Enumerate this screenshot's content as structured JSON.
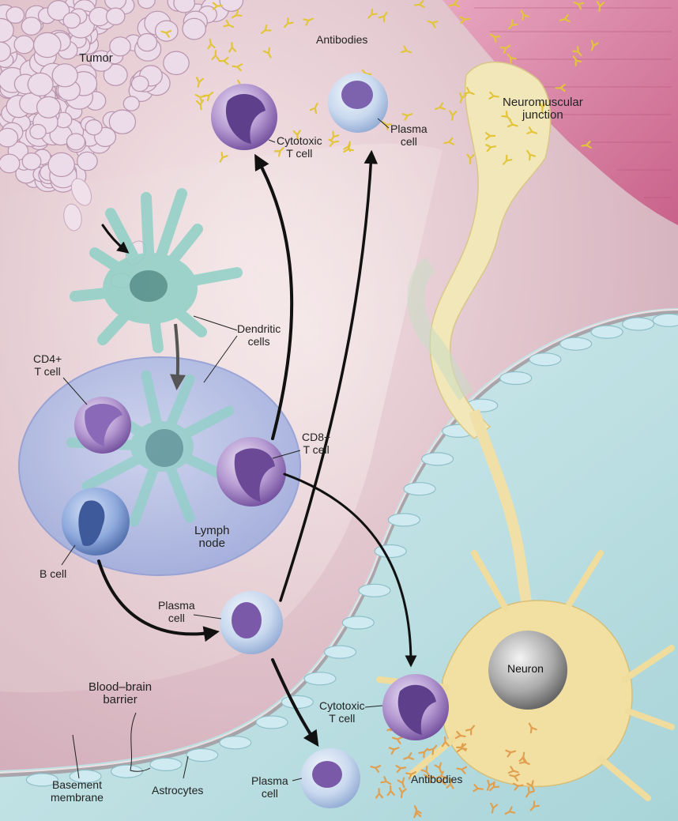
{
  "labels": {
    "tumor": "Tumor",
    "antibodies_top": "Antibodies",
    "neuromuscular_junction": "Neuromuscular\njunction",
    "cytotoxic_t_cell_top": "Cytotoxic\nT cell",
    "plasma_cell_top": "Plasma\ncell",
    "dendritic_cells": "Dendritic\ncells",
    "cd4_t_cell": "CD4+\nT cell",
    "cd8_t_cell": "CD8+\nT cell",
    "lymph_node": "Lymph\nnode",
    "b_cell": "B cell",
    "plasma_cell_mid": "Plasma\ncell",
    "blood_brain_barrier": "Blood–brain\nbarrier",
    "neuron": "Neuron",
    "cytotoxic_t_cell_bottom": "Cytotoxic\nT cell",
    "basement_membrane": "Basement\nmembrane",
    "astrocytes": "Astrocytes",
    "plasma_cell_bottom": "Plasma\ncell",
    "antibodies_bottom": "Antibodies"
  },
  "colors": {
    "tissue_bg": "#d9b9c2",
    "vessel_lumen": "#e9dadd",
    "brain_tissue": "#bfe0e2",
    "muscle": "#d68aa6",
    "nerve": "#f2e7b8",
    "tumor_cell": "#ecdbe8",
    "antibody_top": "#e2c53a",
    "antibody_bottom": "#e0a050",
    "t_cell": "#7a52a4",
    "b_cell": "#4f6fb0",
    "dendritic": "#8fd0c6",
    "lymph_node": "#a9b8e4",
    "astrocyte": "#cfeaf0"
  }
}
